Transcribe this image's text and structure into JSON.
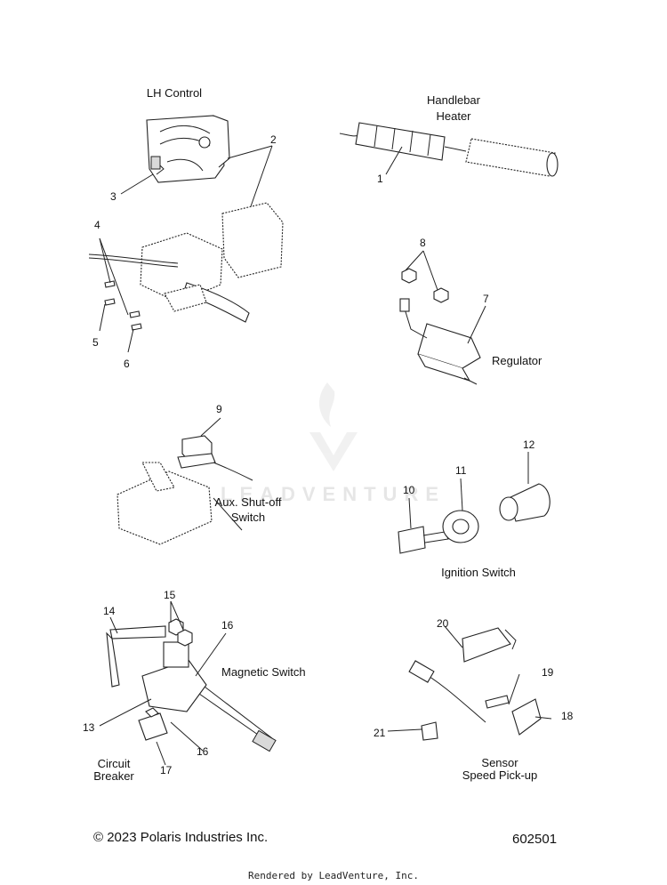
{
  "watermark": "LEADVENTURE",
  "groups": {
    "lh_control": "LH Control",
    "handlebar_heater_line1": "Handlebar",
    "handlebar_heater_line2": "Heater",
    "regulator": "Regulator",
    "aux_line1": "Aux. Shut-off",
    "aux_line2": "Switch",
    "ignition_switch": "Ignition Switch",
    "magnetic_switch": "Magnetic Switch",
    "circuit_breaker_line1": "Circuit",
    "circuit_breaker_line2": "Breaker",
    "sensor_line1": "Sensor",
    "sensor_line2": "Speed Pick-up"
  },
  "callouts": {
    "n1": "1",
    "n2": "2",
    "n3": "3",
    "n4": "4",
    "n5": "5",
    "n6": "6",
    "n7": "7",
    "n8": "8",
    "n9": "9",
    "n10": "10",
    "n11": "11",
    "n12": "12",
    "n13": "13",
    "n14": "14",
    "n15": "15",
    "n16a": "16",
    "n16b": "16",
    "n17": "17",
    "n18": "18",
    "n19": "19",
    "n20": "20",
    "n21": "21"
  },
  "footer": {
    "copyright": "© 2023 Polaris Industries Inc.",
    "diagram_number": "602501",
    "rendered_by": "Rendered by LeadVenture, Inc."
  }
}
